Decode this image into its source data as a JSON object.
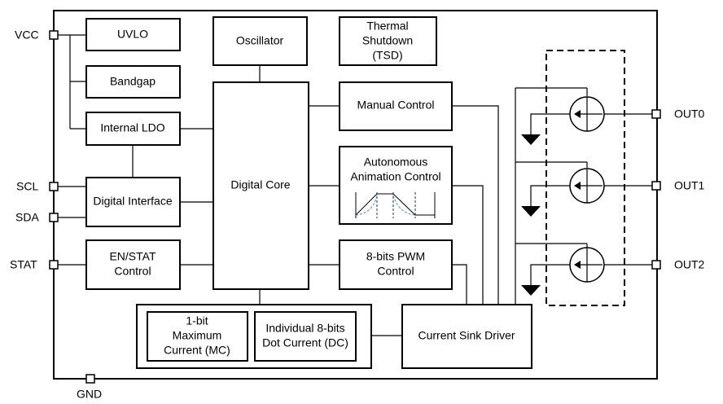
{
  "pins": {
    "vcc": "VCC",
    "scl": "SCL",
    "sda": "SDA",
    "stat": "STAT",
    "gnd": "GND",
    "out0": "OUT0",
    "out1": "OUT1",
    "out2": "OUT2"
  },
  "blocks": {
    "uvlo": "UVLO",
    "bandgap": "Bandgap",
    "internal_ldo": "Internal LDO",
    "digital_interface": "Digital Interface",
    "en_stat": [
      "EN/STAT",
      "Control"
    ],
    "oscillator": "Oscillator",
    "digital_core": "Digital Core",
    "thermal_shutdown": [
      "Thermal",
      "Shutdown",
      "(TSD)"
    ],
    "manual_control": "Manual Control",
    "autonomous": [
      "Autonomous",
      "Animation Control"
    ],
    "pwm": [
      "8-bits PWM",
      "Control"
    ],
    "max_current": [
      "1-bit",
      "Maximum",
      "Current (MC)"
    ],
    "dot_current": [
      "Individual 8-bits",
      "Dot Current (DC)"
    ],
    "current_sink_driver": "Current Sink Driver"
  },
  "colors": {
    "line": "#000000",
    "background": "#ffffff",
    "waveform_dashed": "#4a8fd6"
  }
}
